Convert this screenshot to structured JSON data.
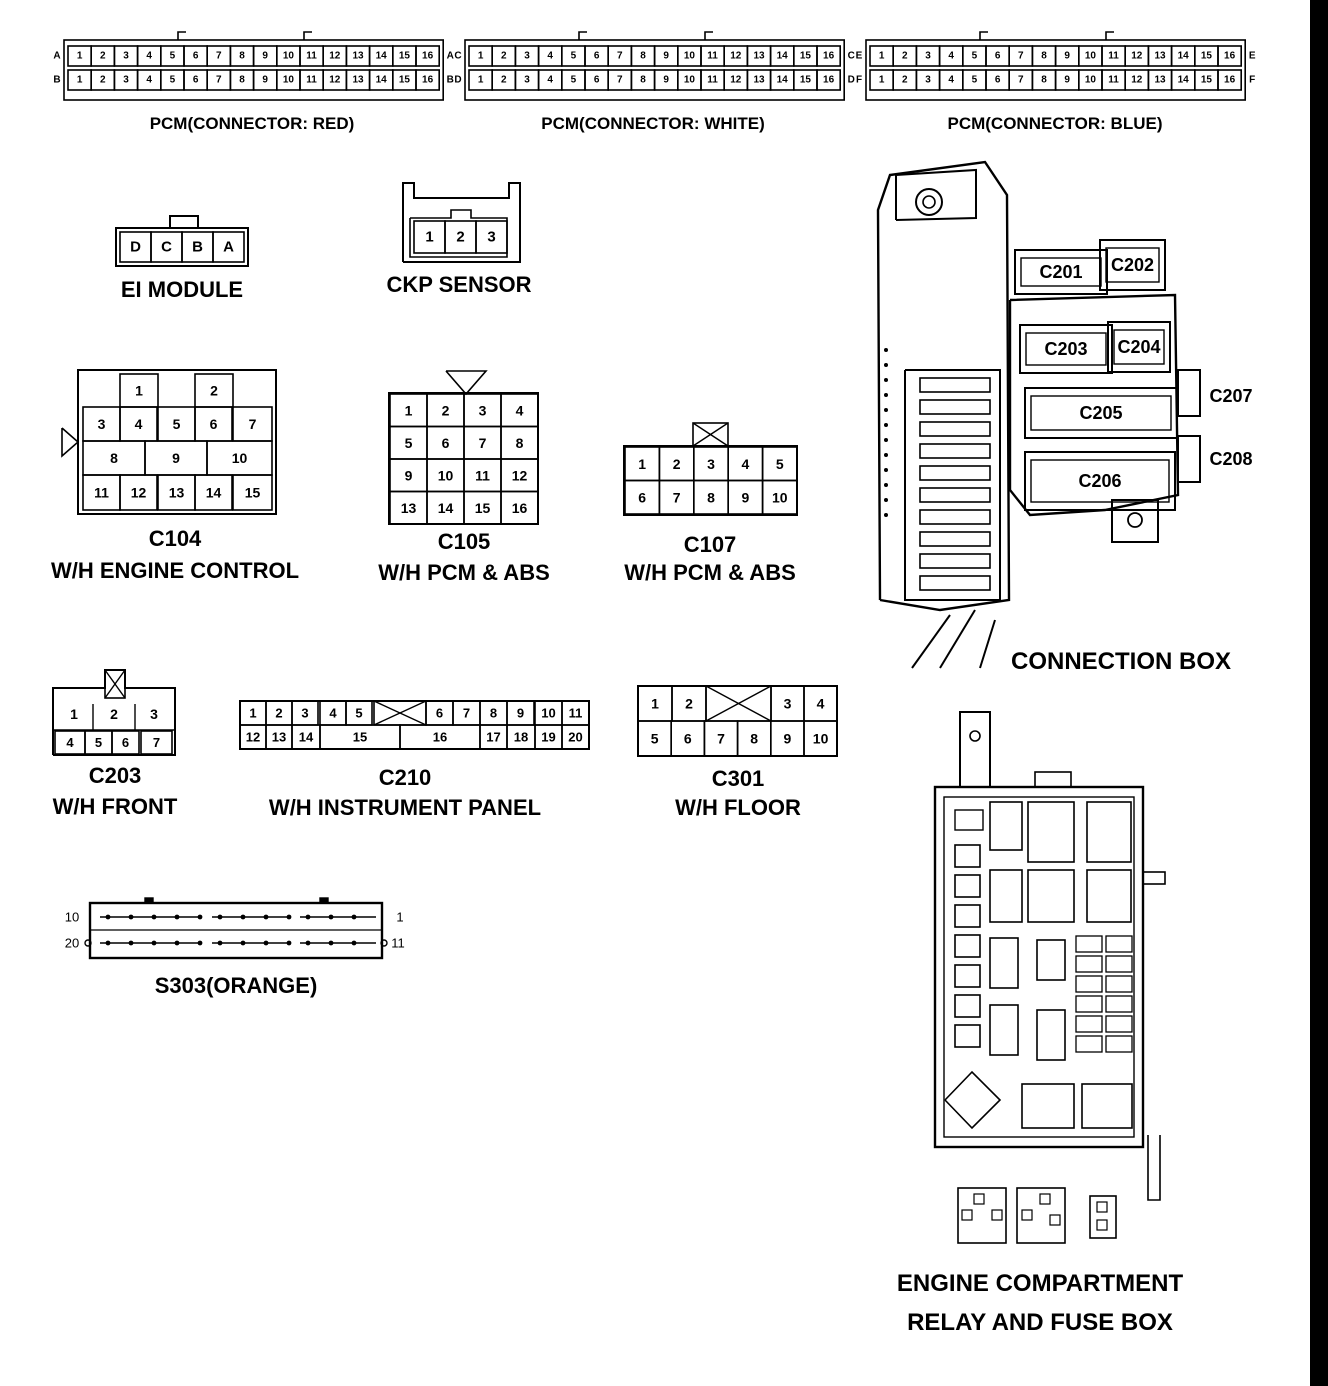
{
  "pcm": {
    "red": {
      "title": "PCM(CONNECTOR: RED)",
      "top_left": "A",
      "top_right": "A",
      "bot_left": "B",
      "bot_right": "B"
    },
    "white": {
      "title": "PCM(CONNECTOR: WHITE)",
      "top_left": "C",
      "top_right": "C",
      "bot_left": "D",
      "bot_right": "D"
    },
    "blue": {
      "title": "PCM(CONNECTOR: BLUE)",
      "top_left": "E",
      "top_right": "E",
      "bot_left": "F",
      "bot_right": "F"
    },
    "pins": [
      "1",
      "2",
      "3",
      "4",
      "5",
      "6",
      "7",
      "8",
      "9",
      "10",
      "11",
      "12",
      "13",
      "14",
      "15",
      "16"
    ]
  },
  "ei_module": {
    "title": "EI MODULE",
    "pins": [
      "D",
      "C",
      "B",
      "A"
    ]
  },
  "ckp_sensor": {
    "title": "CKP SENSOR",
    "pins": [
      "1",
      "2",
      "3"
    ]
  },
  "c104": {
    "code": "C104",
    "name": "W/H ENGINE CONTROL",
    "pins": [
      "1",
      "2",
      "3",
      "4",
      "5",
      "6",
      "7",
      "8",
      "9",
      "10",
      "11",
      "12",
      "13",
      "14",
      "15"
    ]
  },
  "c105": {
    "code": "C105",
    "name": "W/H PCM & ABS",
    "pins": [
      "1",
      "2",
      "3",
      "4",
      "5",
      "6",
      "7",
      "8",
      "9",
      "10",
      "11",
      "12",
      "13",
      "14",
      "15",
      "16"
    ]
  },
  "c107": {
    "code": "C107",
    "name": "W/H PCM & ABS",
    "pins": [
      "1",
      "2",
      "3",
      "4",
      "5",
      "6",
      "7",
      "8",
      "9",
      "10"
    ]
  },
  "c203": {
    "code": "C203",
    "name": "W/H FRONT",
    "pins": [
      "1",
      "2",
      "3",
      "4",
      "5",
      "6",
      "7"
    ]
  },
  "c210": {
    "code": "C210",
    "name": "W/H INSTRUMENT PANEL",
    "pins": [
      "1",
      "2",
      "3",
      "4",
      "5",
      "6",
      "7",
      "8",
      "9",
      "10",
      "11",
      "12",
      "13",
      "14",
      "15",
      "16",
      "17",
      "18",
      "19",
      "20"
    ]
  },
  "c301": {
    "code": "C301",
    "name": "W/H FLOOR",
    "pins": [
      "1",
      "2",
      "3",
      "4",
      "5",
      "6",
      "7",
      "8",
      "9",
      "10"
    ]
  },
  "s303": {
    "title": "S303(ORANGE)",
    "left_top": "10",
    "left_bot": "20",
    "right_top": "1",
    "right_bot": "11"
  },
  "connection_box": {
    "title": "CONNECTION BOX",
    "connectors": [
      "C201",
      "C202",
      "C203",
      "C204",
      "C205",
      "C206",
      "C207",
      "C208"
    ]
  },
  "engine_box": {
    "title_line1": "ENGINE COMPARTMENT",
    "title_line2": "RELAY AND FUSE BOX"
  }
}
